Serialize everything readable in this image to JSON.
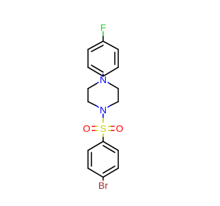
{
  "molecule": {
    "colors": {
      "bond": "#000000",
      "nitrogen": "#0000ff",
      "oxygen": "#ff0000",
      "sulfur": "#cccc00",
      "fluorine": "#33cc33",
      "bromine": "#a52a2a"
    },
    "atoms": {
      "fluorine": "F",
      "nitrogen_top": "N",
      "nitrogen_bottom": "N",
      "sulfur": "S",
      "oxygen_left": "O",
      "oxygen_right": "O",
      "bromine": "Br"
    }
  }
}
